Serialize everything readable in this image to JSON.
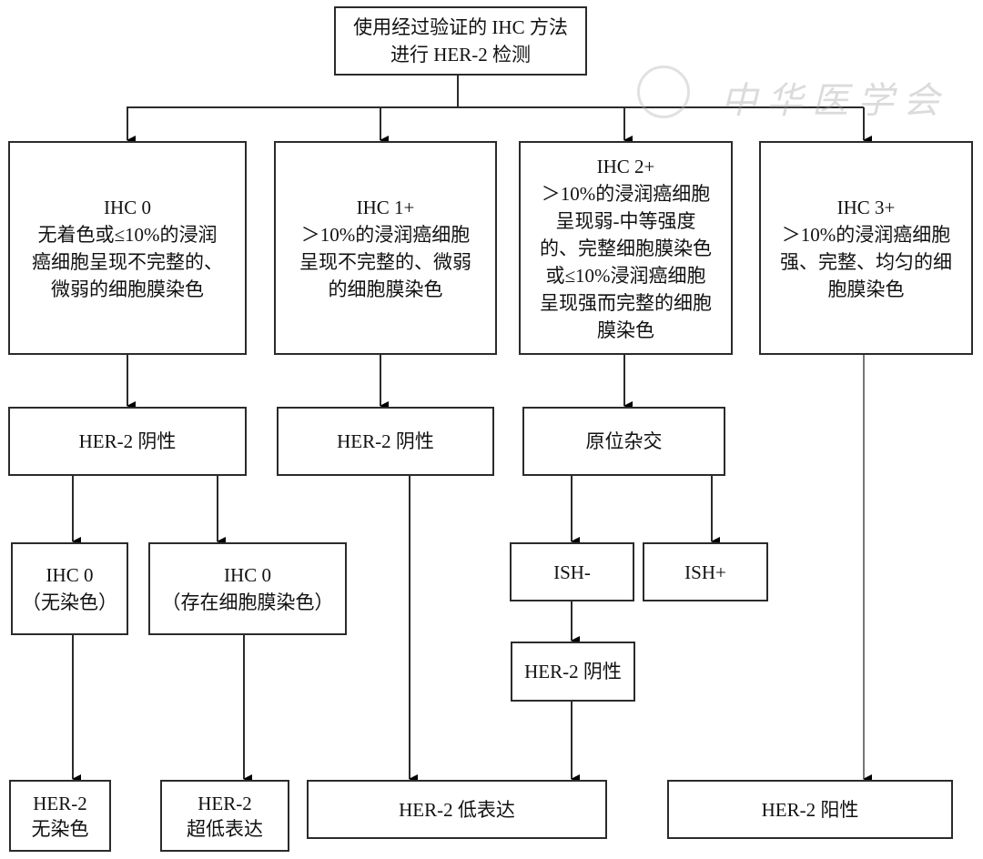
{
  "diagram": {
    "watermark": "中华医学会",
    "nodes": {
      "start": {
        "lines": [
          "使用经过验证的 IHC 方法",
          "进行 HER-2 检测"
        ]
      },
      "ihc0": {
        "lines": [
          "IHC 0",
          "无着色或≤10%的浸润",
          "癌细胞呈现不完整的、",
          "微弱的细胞膜染色"
        ]
      },
      "ihc1": {
        "lines": [
          "IHC 1+",
          "＞10%的浸润癌细胞",
          "呈现不完整的、微弱",
          "的细胞膜染色"
        ]
      },
      "ihc2": {
        "lines": [
          "IHC 2+",
          "＞10%的浸润癌细胞",
          "呈现弱-中等强度",
          "的、完整细胞膜染色",
          "或≤10%浸润癌细胞",
          "呈现强而完整的细胞",
          "膜染色"
        ]
      },
      "ihc3": {
        "lines": [
          "IHC 3+",
          "＞10%的浸润癌细胞",
          "强、完整、均匀的细",
          "胞膜染色"
        ]
      },
      "neg_a": {
        "lines": [
          "HER-2 阴性"
        ]
      },
      "neg_b": {
        "lines": [
          "HER-2 阴性"
        ]
      },
      "ish": {
        "lines": [
          "原位杂交"
        ]
      },
      "ihc0_none": {
        "lines": [
          "IHC 0",
          "（无染色）"
        ]
      },
      "ihc0_some": {
        "lines": [
          "IHC 0",
          "（存在细胞膜染色）"
        ]
      },
      "ish_neg": {
        "lines": [
          "ISH-"
        ]
      },
      "ish_pos": {
        "lines": [
          "ISH+"
        ]
      },
      "neg_c": {
        "lines": [
          "HER-2 阴性"
        ]
      },
      "null": {
        "lines": [
          "HER-2",
          "无染色"
        ]
      },
      "ultralow": {
        "lines": [
          "HER-2",
          "超低表达"
        ]
      },
      "low": {
        "lines": [
          "HER-2 低表达"
        ]
      },
      "positive": {
        "lines": [
          "HER-2 阳性"
        ]
      }
    },
    "edges": [
      [
        "start",
        "ihc0"
      ],
      [
        "start",
        "ihc1"
      ],
      [
        "start",
        "ihc2"
      ],
      [
        "start",
        "ihc3"
      ],
      [
        "ihc0",
        "neg_a"
      ],
      [
        "ihc1",
        "neg_b"
      ],
      [
        "ihc2",
        "ish"
      ],
      [
        "ihc3",
        "positive"
      ],
      [
        "neg_a",
        "ihc0_none"
      ],
      [
        "neg_a",
        "ihc0_some"
      ],
      [
        "ish",
        "ish_neg"
      ],
      [
        "ish",
        "ish_pos"
      ],
      [
        "ish_neg",
        "neg_c"
      ],
      [
        "ihc0_none",
        "null"
      ],
      [
        "ihc0_some",
        "ultralow"
      ],
      [
        "neg_b",
        "low"
      ],
      [
        "neg_c",
        "low"
      ]
    ]
  }
}
